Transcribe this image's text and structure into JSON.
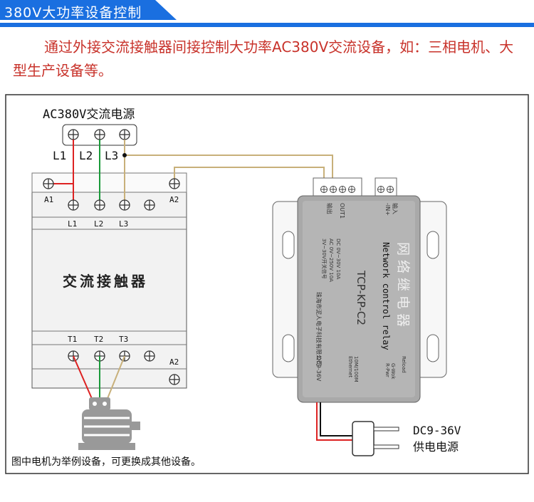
{
  "header": {
    "title": "380V大功率设备控制",
    "color": "#1a6fe0"
  },
  "intro": "通过外接交流接触器间接控制大功率AC380V交流设备，如：三相电机、大型生产设备等。",
  "diagram": {
    "power_label": "AC380V交流电源",
    "lines": [
      "L1",
      "L2",
      "L3"
    ],
    "contactor": {
      "name": "交流接触器",
      "a1": "A1",
      "a2": "A2",
      "inputs": [
        "L1",
        "L2",
        "L3"
      ],
      "outputs": [
        "T1",
        "T2",
        "T3"
      ],
      "a2_bottom": "A2"
    },
    "relay": {
      "name_cn": "网络继电器",
      "name_en": "Network control relay",
      "model": "TCP-KP-C2",
      "output_label": "OUT1",
      "output_cn": "输出",
      "input_label": "-IN+",
      "input_cn": "输入",
      "rating_1": "DC 0V~30V 10A",
      "rating_2": "AC 0V~250V 10A",
      "rating_3": "3V~30V开关信号",
      "maker": "珠海市泥人电子科技有限公司",
      "power_port": "DC9-36V",
      "port_1": "Ethernet",
      "port_2": "10M/100M",
      "led_1": "R-Pwr",
      "led_2": "G-Wok",
      "reload": "Reload"
    },
    "dc_label": "DC9-36V",
    "dc_sub": "供电电源",
    "note": "图中电机为举例设备，可更换成其他设备。"
  }
}
